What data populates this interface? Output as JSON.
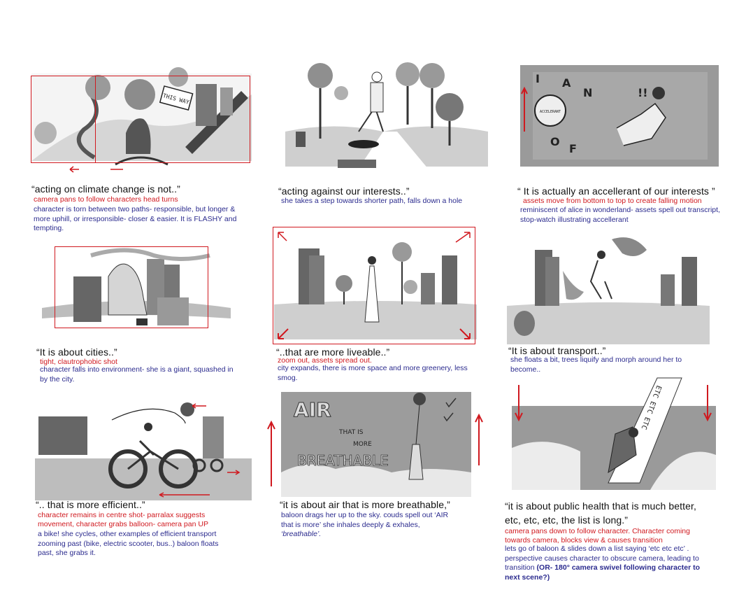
{
  "panels": [
    {
      "quote": "“acting on climate change is not..”",
      "camera": "camera pans to follow characters head turns",
      "notes": "character is torn between two paths- responsible, but longer & more uphill, or irresponsible- closer & easier. It is FLASHY and tempting.",
      "sign_text": "THIS WAY"
    },
    {
      "quote": "“acting against our interests..”",
      "camera": "",
      "notes": "she takes a step towards shorter path, falls down a hole"
    },
    {
      "quote": "“ It is actually an accellerant of our interests ”",
      "camera": "assets move from bottom to top to create falling motion",
      "notes": "reminiscent of alice in wonderland- assets spell out transcript, stop-watch illustrating accellerant",
      "letters": [
        "I",
        "A",
        "N",
        "O",
        "F",
        "!!"
      ],
      "watch_text": "ACCELERANT"
    },
    {
      "quote": "“It is about cities..”",
      "camera": "tight, clautrophobic shot",
      "notes": "character falls into environment- she is a giant, squashed in by the city."
    },
    {
      "quote": "“..that are more liveable..”",
      "camera": "zoom out, assets spread out.",
      "notes": "city expands, there is more space and more greenery, less smog."
    },
    {
      "quote": "“It is about transport..”",
      "camera": "",
      "notes": "she floats a bit, trees liquify and morph around her to become.."
    },
    {
      "quote": "“.. that is more efficient..”",
      "camera": "character remains in centre shot- parralax suggests movement, character grabs balloon- camera pan UP",
      "notes": "a bike! she cycles, other examples of efficient transport zooming past (bike, electric scooter, bus..) baloon floats past, she grabs it."
    },
    {
      "quote": "“it is about air that is more breathable,”",
      "camera": "",
      "notes_plain": "baloon drags her up to the sky. couds spell out ‘AIR that is more’ she inhales deeply & exhales, ",
      "notes_italic": "‘breathable’.",
      "sky_word_1": "AIR",
      "sky_word_2": "THAT IS",
      "sky_word_3": "MORE",
      "sky_word_4": "BREATHABLE"
    },
    {
      "quote": "“it is about public health that is much better, etc, etc, etc, the list is long.”",
      "camera": "camera pans down to follow character. Character coming towards camera, blocks view & causes transition",
      "notes_plain": "lets go of baloon & slides down a list saying ‘etc etc etc’ . perspective causes character to obscure camera, leading to transition ",
      "notes_bold": "(OR- 180° camera swivel following character to next scene?)",
      "list_text": "ETC ETC ETC"
    }
  ],
  "colors": {
    "red_note": "#d0191f",
    "blue_note": "#2b2b8e",
    "sketch_gray": "#8a8a8a",
    "dark_gray": "#555555"
  }
}
